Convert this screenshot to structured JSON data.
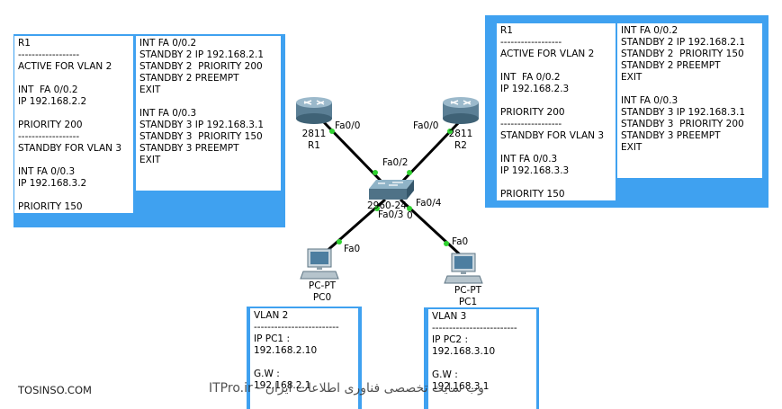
{
  "note_left": {
    "col1": [
      "R1",
      "------------------",
      "ACTIVE FOR VLAN 2",
      "",
      "INT  FA 0/0.2",
      "IP 192.168.2.2",
      "",
      "PRIORITY 200",
      "------------------",
      "STANDBY FOR VLAN 3",
      "",
      "INT FA 0/0.3",
      "IP 192.168.3.2",
      "",
      "PRIORITY 150"
    ],
    "col2": [
      "INT FA 0/0.2",
      "STANDBY 2 IP 192.168.2.1",
      "STANDBY 2  PRIORITY 200",
      "STANDBY 2 PREEMPT",
      "EXIT",
      "",
      "INT FA 0/0.3",
      "STANDBY 3 IP 192.168.3.1",
      "STANDBY 3  PRIORITY 150",
      "STANDBY 3 PREEMPT",
      "EXIT"
    ]
  },
  "note_right": {
    "col1": [
      "R1",
      "------------------",
      "ACTIVE FOR VLAN 2",
      "",
      "INT  FA 0/0.2",
      "IP 192.168.2.3",
      "",
      "PRIORITY 200",
      "------------------",
      "STANDBY FOR VLAN 3",
      "",
      "INT FA 0/0.3",
      "IP 192.168.3.3",
      "",
      "PRIORITY 150"
    ],
    "col2": [
      "INT FA 0/0.2",
      "STANDBY 2 IP 192.168.2.1",
      "STANDBY 2  PRIORITY 150",
      "STANDBY 2 PREEMPT",
      "EXIT",
      "",
      "INT FA 0/0.3",
      "STANDBY 3 IP 192.168.3.1",
      "STANDBY 3  PRIORITY 200",
      "STANDBY 3 PREEMPT",
      "EXIT"
    ]
  },
  "note_pc0": [
    "VLAN 2",
    "-------------------------",
    "IP PC1 :",
    "192.168.2.10",
    "",
    "G.W :",
    "192.168.2.1"
  ],
  "note_pc1": [
    "VLAN 3",
    "-------------------------",
    "IP PC2 :",
    "192.168.3.10",
    "",
    "G.W :",
    "192.168.3.1"
  ],
  "devices": {
    "r1": {
      "model": "2811",
      "name": "R1",
      "port": "Fa0/0"
    },
    "r2": {
      "model": "2811",
      "name": "R2",
      "port": "Fa0/0"
    },
    "switch": {
      "model": "2960-24",
      "p1": "Fa0/2",
      "p2": "Fa0/3",
      "p3": "Fa0/4",
      "p4": "0"
    },
    "pc0": {
      "model": "PC-PT",
      "name": "PC0",
      "port": "Fa0"
    },
    "pc1": {
      "model": "PC-PT",
      "name": "PC1",
      "port": "Fa0"
    }
  },
  "watermark": {
    "left": "TOSINSO.COM",
    "right": "وب سایت تخصصی فناوری اطلاعات ایران - ITPro.ir"
  },
  "colors": {
    "note_frame": "#3fa1f0",
    "link": "#000000",
    "port_dot": "#2fd12f"
  }
}
